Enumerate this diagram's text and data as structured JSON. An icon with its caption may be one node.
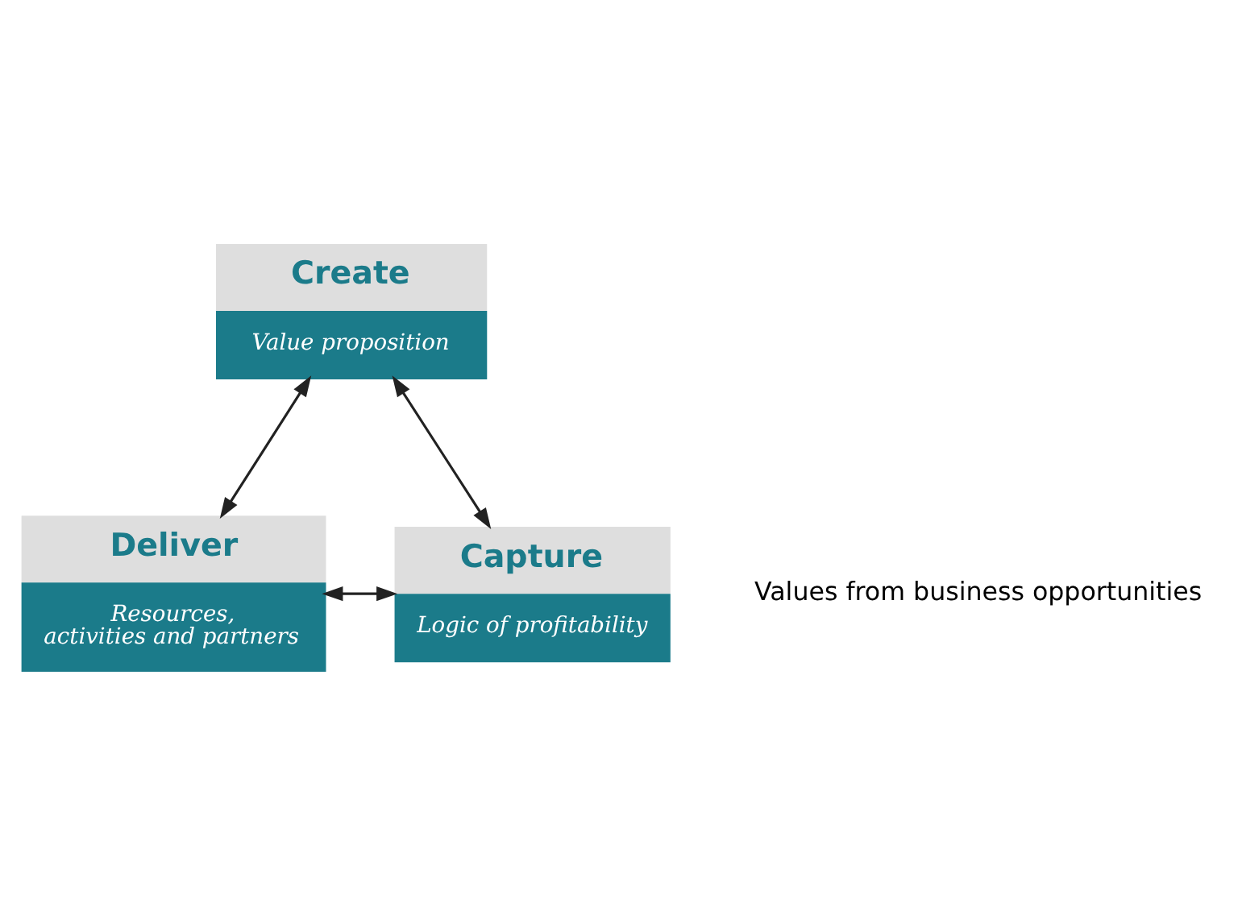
{
  "diagram": {
    "nodes": [
      {
        "text": [
          "Create",
          "Value proposition"
        ]
      },
      {
        "text": [
          "Deliver",
          "Resources, activities and partners"
        ]
      },
      {
        "text": [
          "Capture",
          "Logic of profitability"
        ]
      }
    ],
    "edges": [
      {
        "from": 0,
        "to": 1,
        "arrow": "both"
      },
      {
        "from": 0,
        "to": 2,
        "arrow": "both"
      },
      {
        "from": 1,
        "to": 2,
        "arrow": "both"
      }
    ],
    "labels": [
      "Values from business opportunities"
    ]
  }
}
